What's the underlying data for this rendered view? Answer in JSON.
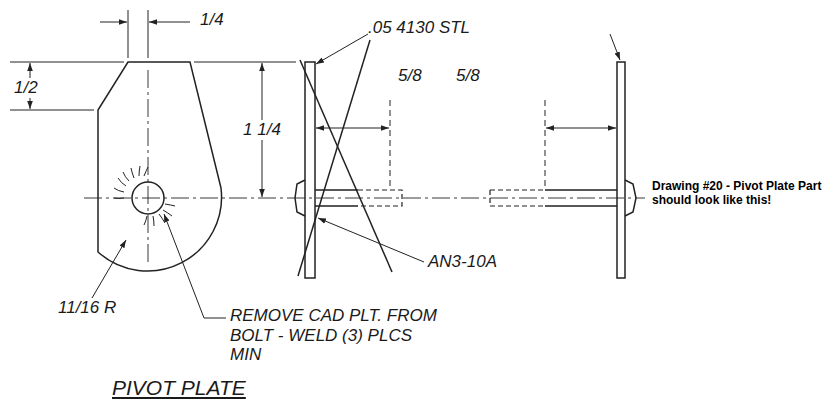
{
  "diagram": {
    "title": "PIVOT PLATE",
    "labels": [
      "1/4",
      "1/2",
      "1 1/4",
      "11/16 R",
      "REMOVE CAD PLT. FROM BOLT - WELD (3) PLCS MIN",
      ".05 4130 STL",
      "5/8",
      "5/8",
      "AN3-10A",
      "Drawing #20 - Pivot Plate Part should look like this!"
    ]
  }
}
